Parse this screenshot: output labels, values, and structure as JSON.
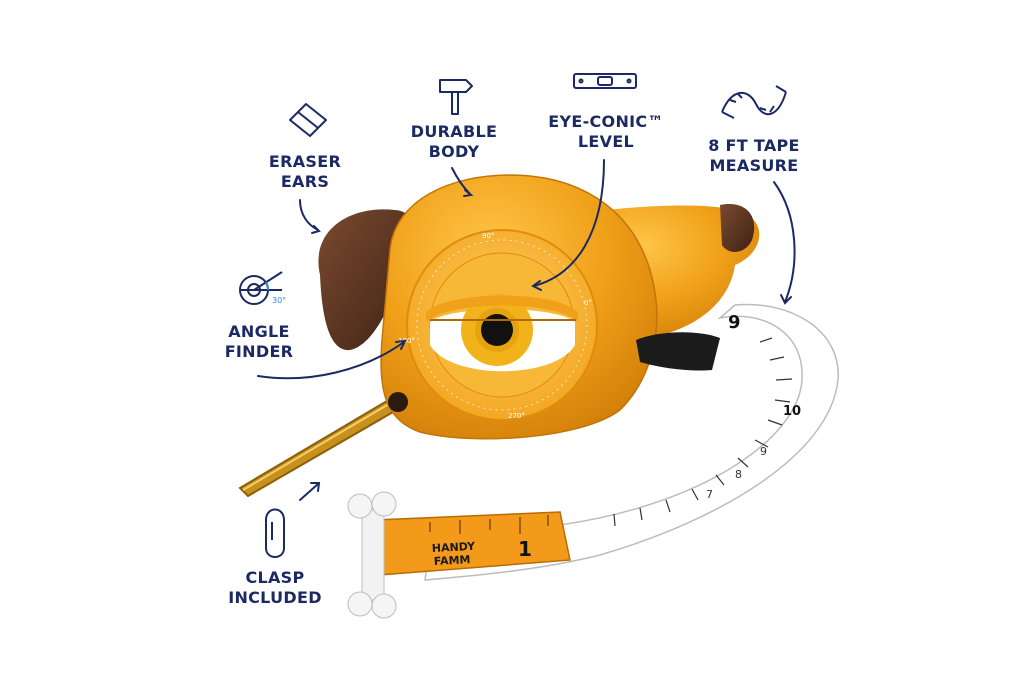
{
  "callouts": {
    "eraser_ears": [
      "ERASER",
      "EARS"
    ],
    "durable_body": [
      "DURABLE",
      "BODY"
    ],
    "eye_level": [
      "EYE-CONIC™",
      "LEVEL"
    ],
    "tape_measure": [
      "8 FT TAPE",
      "MEASURE"
    ],
    "angle_finder": [
      "ANGLE",
      "FINDER"
    ],
    "clasp": [
      "CLASP",
      "INCLUDED"
    ]
  },
  "product": {
    "brand_line1": "HANDY",
    "brand_line2": "FAMM",
    "tape_number_1": "1",
    "tape_numbers_right": [
      "7",
      "8",
      "9",
      "10"
    ],
    "tape_number_top": "9",
    "dial_marks": [
      "90°",
      "0°",
      "180°",
      "270°"
    ],
    "angle_icon_mark": "30°"
  },
  "colors": {
    "ink": "#1b2a63",
    "body_orange": "#f0a019",
    "ear_brown": "#5b3220",
    "tape_white": "#ffffff",
    "eye_yellow": "#f2b21a"
  },
  "icons": [
    "eraser-icon",
    "hammer-icon",
    "spirit-level-icon",
    "tape-ribbon-icon",
    "angle-finder-icon",
    "carabiner-icon"
  ]
}
